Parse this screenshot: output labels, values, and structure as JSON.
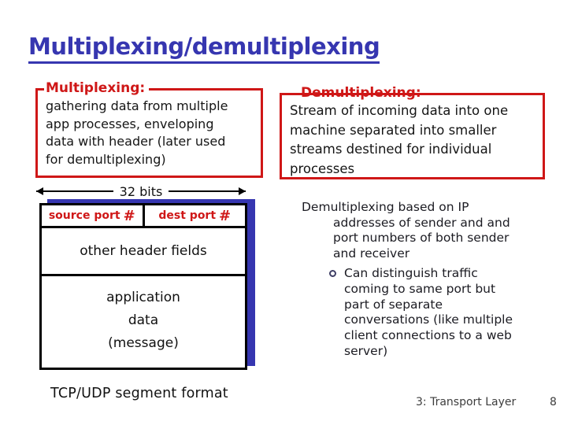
{
  "slide": {
    "title": "Multiplexing/demultiplexing",
    "mux_box": {
      "heading": "Multiplexing:",
      "body": "gathering data from multiple\napp processes, enveloping\ndata with header (later used\nfor demultiplexing)"
    },
    "demux_box": {
      "heading": "Demultiplexing:",
      "body": "Stream of incoming data into one\nmachine separated into smaller\nstreams destined for individual\nprocesses"
    },
    "segment_diagram": {
      "width_label": "32 bits",
      "ports": [
        {
          "label": "source port",
          "hash": "#"
        },
        {
          "label": "dest port",
          "hash": "#"
        }
      ],
      "other_fields_label": "other header fields",
      "app_data_label": "application\ndata\n(message)",
      "caption": "TCP/UDP segment format"
    },
    "demux_paragraph": "Demultiplexing based on IP\naddresses of sender and and\nport numbers of both sender\nand receiver",
    "demux_sub_bullet": "Can distinguish traffic\ncoming to same port but\npart of separate\nconversations (like multiple\nclient connections to a web\nserver)",
    "footer": {
      "label": "3: Transport Layer",
      "page": "8"
    },
    "colors": {
      "title_blue": "#3636b0",
      "accent_red": "#cf1717",
      "shadow_blue": "#3636b0",
      "body_text": "#1b1b22",
      "footer_text": "#3d3d3d"
    }
  }
}
